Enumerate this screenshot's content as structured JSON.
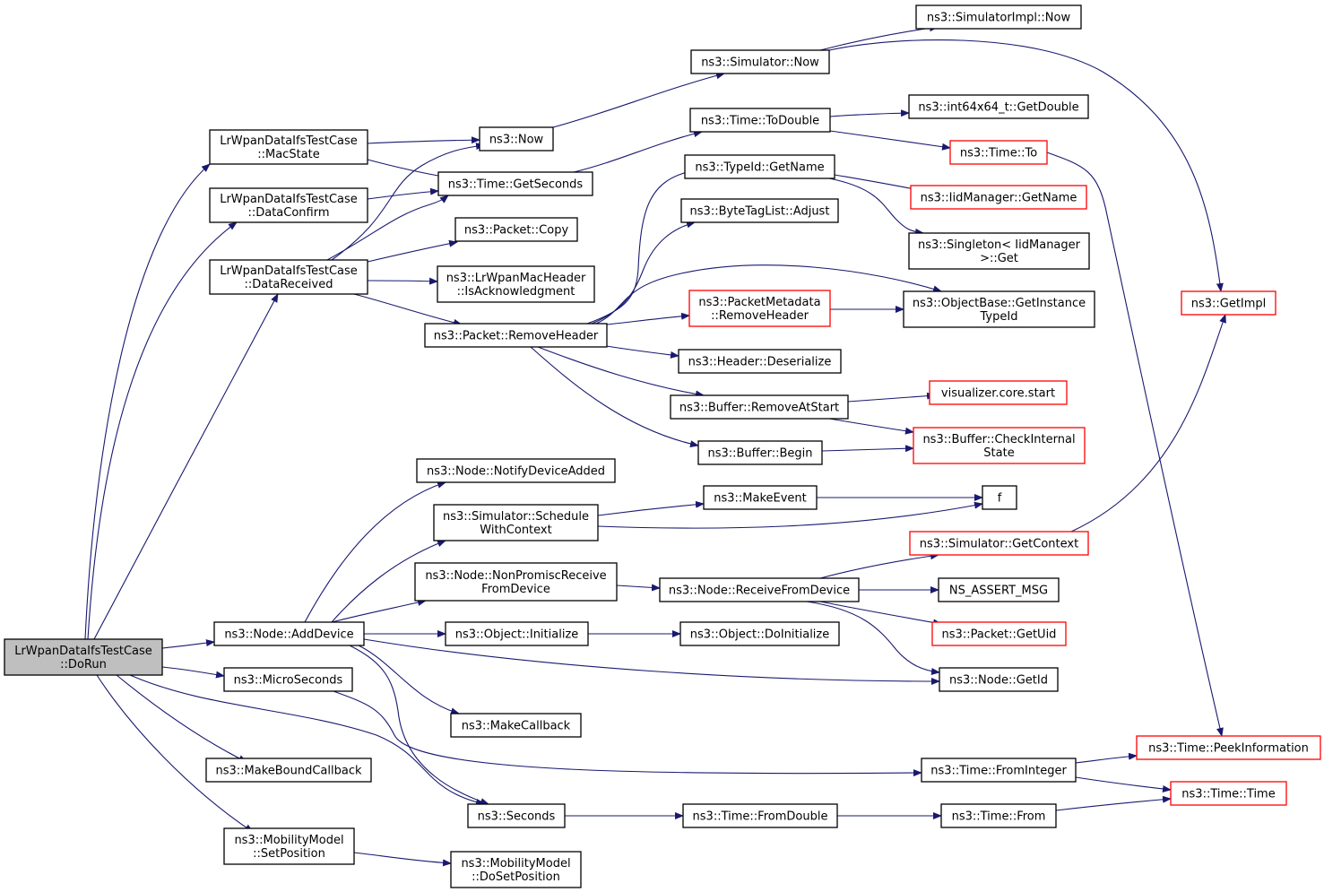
{
  "colors": {
    "edge": "#191970",
    "box_normal": "#000000",
    "box_truncated": "#ff0000",
    "root_fill": "#bfbfbf",
    "node_fill": "#ffffff"
  },
  "nodes": [
    {
      "id": "dorun",
      "lines": [
        "LrWpanDataIfsTestCase",
        "::DoRun"
      ],
      "style": "root"
    },
    {
      "id": "macstate",
      "lines": [
        "LrWpanDataIfsTestCase",
        "::MacState"
      ],
      "style": "normal"
    },
    {
      "id": "dataconfirm",
      "lines": [
        "LrWpanDataIfsTestCase",
        "::DataConfirm"
      ],
      "style": "normal"
    },
    {
      "id": "datareceived",
      "lines": [
        "LrWpanDataIfsTestCase",
        "::DataReceived"
      ],
      "style": "normal"
    },
    {
      "id": "now",
      "lines": [
        "ns3::Now"
      ],
      "style": "normal"
    },
    {
      "id": "getseconds",
      "lines": [
        "ns3::Time::GetSeconds"
      ],
      "style": "normal"
    },
    {
      "id": "pktcopy",
      "lines": [
        "ns3::Packet::Copy"
      ],
      "style": "normal"
    },
    {
      "id": "isack",
      "lines": [
        "ns3::LrWpanMacHeader",
        "::IsAcknowledgment"
      ],
      "style": "normal"
    },
    {
      "id": "removeheader",
      "lines": [
        "ns3::Packet::RemoveHeader"
      ],
      "style": "normal"
    },
    {
      "id": "simnow",
      "lines": [
        "ns3::Simulator::Now"
      ],
      "style": "normal"
    },
    {
      "id": "simimplnow",
      "lines": [
        "ns3::SimulatorImpl::Now"
      ],
      "style": "normal"
    },
    {
      "id": "todouble",
      "lines": [
        "ns3::Time::ToDouble"
      ],
      "style": "normal"
    },
    {
      "id": "int64getdouble",
      "lines": [
        "ns3::int64x64_t::GetDouble"
      ],
      "style": "normal"
    },
    {
      "id": "timeto",
      "lines": [
        "ns3::Time::To"
      ],
      "style": "truncated"
    },
    {
      "id": "typeidgetname",
      "lines": [
        "ns3::TypeId::GetName"
      ],
      "style": "normal"
    },
    {
      "id": "iidgetname",
      "lines": [
        "ns3::IidManager::GetName"
      ],
      "style": "truncated"
    },
    {
      "id": "bytetagadjust",
      "lines": [
        "ns3::ByteTagList::Adjust"
      ],
      "style": "normal"
    },
    {
      "id": "singletonget",
      "lines": [
        "ns3::Singleton< IidManager",
        " >::Get"
      ],
      "style": "normal"
    },
    {
      "id": "pktmetaremove",
      "lines": [
        "ns3::PacketMetadata",
        "::RemoveHeader"
      ],
      "style": "truncated"
    },
    {
      "id": "getinstancetypeid",
      "lines": [
        "ns3::ObjectBase::GetInstance",
        "TypeId"
      ],
      "style": "normal"
    },
    {
      "id": "getimpl",
      "lines": [
        "ns3::GetImpl"
      ],
      "style": "truncated"
    },
    {
      "id": "deserialize",
      "lines": [
        "ns3::Header::Deserialize"
      ],
      "style": "normal"
    },
    {
      "id": "vizstart",
      "lines": [
        "visualizer.core.start"
      ],
      "style": "truncated"
    },
    {
      "id": "removeatstart",
      "lines": [
        "ns3::Buffer::RemoveAtStart"
      ],
      "style": "normal"
    },
    {
      "id": "checkinternal",
      "lines": [
        "ns3::Buffer::CheckInternal",
        "State"
      ],
      "style": "truncated"
    },
    {
      "id": "bufbegin",
      "lines": [
        "ns3::Buffer::Begin"
      ],
      "style": "normal"
    },
    {
      "id": "notifydevadded",
      "lines": [
        "ns3::Node::NotifyDeviceAdded"
      ],
      "style": "normal"
    },
    {
      "id": "schedwithctx",
      "lines": [
        "ns3::Simulator::Schedule",
        "WithContext"
      ],
      "style": "normal"
    },
    {
      "id": "makeevent",
      "lines": [
        "ns3::MakeEvent"
      ],
      "style": "normal"
    },
    {
      "id": "f",
      "lines": [
        "f"
      ],
      "style": "normal"
    },
    {
      "id": "getcontext",
      "lines": [
        "ns3::Simulator::GetContext"
      ],
      "style": "truncated"
    },
    {
      "id": "nonpromisc",
      "lines": [
        "ns3::Node::NonPromiscReceive",
        "FromDevice"
      ],
      "style": "normal"
    },
    {
      "id": "recvfromdev",
      "lines": [
        "ns3::Node::ReceiveFromDevice"
      ],
      "style": "normal"
    },
    {
      "id": "nsassert",
      "lines": [
        "NS_ASSERT_MSG"
      ],
      "style": "normal"
    },
    {
      "id": "pktgetuid",
      "lines": [
        "ns3::Packet::GetUid"
      ],
      "style": "truncated"
    },
    {
      "id": "adddevice",
      "lines": [
        "ns3::Node::AddDevice"
      ],
      "style": "normal"
    },
    {
      "id": "objinit",
      "lines": [
        "ns3::Object::Initialize"
      ],
      "style": "normal"
    },
    {
      "id": "objdoinit",
      "lines": [
        "ns3::Object::DoInitialize"
      ],
      "style": "normal"
    },
    {
      "id": "nodegetid",
      "lines": [
        "ns3::Node::GetId"
      ],
      "style": "normal"
    },
    {
      "id": "microseconds",
      "lines": [
        "ns3::MicroSeconds"
      ],
      "style": "normal"
    },
    {
      "id": "makecallback",
      "lines": [
        "ns3::MakeCallback"
      ],
      "style": "normal"
    },
    {
      "id": "peekinfo",
      "lines": [
        "ns3::Time::PeekInformation"
      ],
      "style": "truncated"
    },
    {
      "id": "makeboundcb",
      "lines": [
        "ns3::MakeBoundCallback"
      ],
      "style": "normal"
    },
    {
      "id": "fromint",
      "lines": [
        "ns3::Time::FromInteger"
      ],
      "style": "normal"
    },
    {
      "id": "timetime",
      "lines": [
        "ns3::Time::Time"
      ],
      "style": "truncated"
    },
    {
      "id": "seconds",
      "lines": [
        "ns3::Seconds"
      ],
      "style": "normal"
    },
    {
      "id": "fromdouble",
      "lines": [
        "ns3::Time::FromDouble"
      ],
      "style": "normal"
    },
    {
      "id": "timefrom",
      "lines": [
        "ns3::Time::From"
      ],
      "style": "normal"
    },
    {
      "id": "setposition",
      "lines": [
        "ns3::MobilityModel",
        "::SetPosition"
      ],
      "style": "normal"
    },
    {
      "id": "dosetposition",
      "lines": [
        "ns3::MobilityModel",
        "::DoSetPosition"
      ],
      "style": "normal"
    }
  ],
  "edges": [
    [
      "dorun",
      "macstate"
    ],
    [
      "dorun",
      "dataconfirm"
    ],
    [
      "dorun",
      "datareceived"
    ],
    [
      "dorun",
      "adddevice"
    ],
    [
      "dorun",
      "microseconds"
    ],
    [
      "dorun",
      "makeboundcb"
    ],
    [
      "dorun",
      "setposition"
    ],
    [
      "dorun",
      "seconds"
    ],
    [
      "macstate",
      "now"
    ],
    [
      "macstate",
      "getseconds"
    ],
    [
      "dataconfirm",
      "getseconds"
    ],
    [
      "datareceived",
      "now"
    ],
    [
      "datareceived",
      "getseconds"
    ],
    [
      "datareceived",
      "pktcopy"
    ],
    [
      "datareceived",
      "isack"
    ],
    [
      "datareceived",
      "removeheader"
    ],
    [
      "now",
      "simnow"
    ],
    [
      "simnow",
      "simimplnow"
    ],
    [
      "simnow",
      "getimpl"
    ],
    [
      "getseconds",
      "todouble"
    ],
    [
      "todouble",
      "int64getdouble"
    ],
    [
      "todouble",
      "timeto"
    ],
    [
      "timeto",
      "peekinfo"
    ],
    [
      "removeheader",
      "typeidgetname"
    ],
    [
      "removeheader",
      "bytetagadjust"
    ],
    [
      "removeheader",
      "getinstancetypeid"
    ],
    [
      "removeheader",
      "pktmetaremove"
    ],
    [
      "removeheader",
      "deserialize"
    ],
    [
      "removeheader",
      "removeatstart"
    ],
    [
      "removeheader",
      "bufbegin"
    ],
    [
      "typeidgetname",
      "iidgetname"
    ],
    [
      "typeidgetname",
      "singletonget"
    ],
    [
      "pktmetaremove",
      "getinstancetypeid"
    ],
    [
      "removeatstart",
      "vizstart"
    ],
    [
      "removeatstart",
      "checkinternal"
    ],
    [
      "bufbegin",
      "checkinternal"
    ],
    [
      "adddevice",
      "notifydevadded"
    ],
    [
      "adddevice",
      "schedwithctx"
    ],
    [
      "adddevice",
      "nonpromisc"
    ],
    [
      "adddevice",
      "objinit"
    ],
    [
      "adddevice",
      "nodegetid"
    ],
    [
      "adddevice",
      "makecallback"
    ],
    [
      "adddevice",
      "seconds"
    ],
    [
      "schedwithctx",
      "makeevent"
    ],
    [
      "schedwithctx",
      "f"
    ],
    [
      "makeevent",
      "f"
    ],
    [
      "getcontext",
      "getimpl"
    ],
    [
      "nonpromisc",
      "recvfromdev"
    ],
    [
      "recvfromdev",
      "getcontext"
    ],
    [
      "recvfromdev",
      "nsassert"
    ],
    [
      "recvfromdev",
      "pktgetuid"
    ],
    [
      "recvfromdev",
      "nodegetid"
    ],
    [
      "objinit",
      "objdoinit"
    ],
    [
      "microseconds",
      "fromint"
    ],
    [
      "fromint",
      "peekinfo"
    ],
    [
      "fromint",
      "timetime"
    ],
    [
      "seconds",
      "fromdouble"
    ],
    [
      "fromdouble",
      "timefrom"
    ],
    [
      "timefrom",
      "timetime"
    ],
    [
      "setposition",
      "dosetposition"
    ]
  ]
}
